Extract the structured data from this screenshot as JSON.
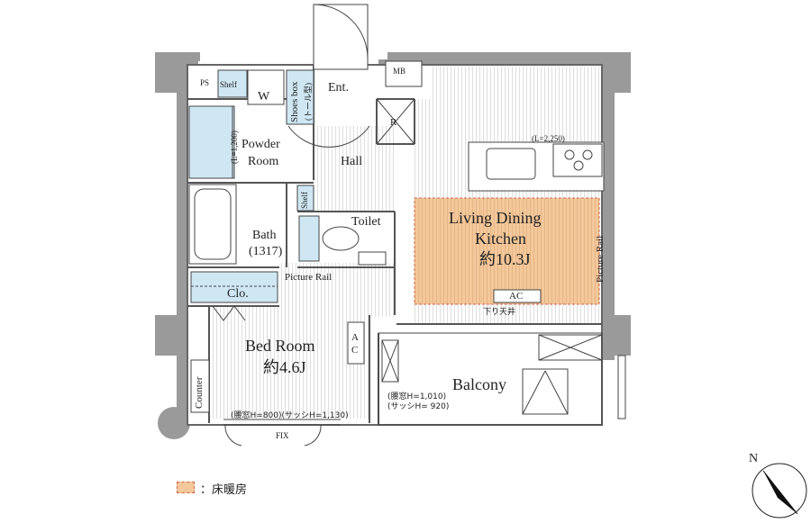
{
  "rooms": {
    "ps": "PS",
    "shelf_top": "Shelf",
    "washer": "W",
    "shoes_box": "Shoes box",
    "shoes_box_note": "(トール型)",
    "entrance": "Ent.",
    "mb": "MB",
    "refrigerator": "R",
    "powder_room_line1": "Powder",
    "powder_room_line2": "Room",
    "powder_dim": "(L=1,200)",
    "hall": "Hall",
    "shelf_small": "Shelf",
    "toilet": "Toilet",
    "bath_line1": "Bath",
    "bath_line2": "(1317)",
    "ldk_line1": "Living Dining",
    "ldk_line2": "Kitchen",
    "ldk_line3": "約10.3J",
    "kitchen_dim": "(L=2,250)",
    "picture_rail_right": "Picture Rail",
    "ac_ldk": "AC",
    "lowered_ceiling": "下り天井",
    "picture_rail_left": "Picture Rail",
    "closet": "Clo.",
    "bedroom_line1": "Bed Room",
    "bedroom_line2": "約4.6J",
    "ac_bedroom_a": "A",
    "ac_bedroom_c": "C",
    "counter": "Counter",
    "window_bedroom": "(腰窓H=800)(サッシH=1,130)",
    "fix": "FIX",
    "balcony": "Balcony",
    "balcony_note_line1": "(腰窓H=1,010)",
    "balcony_note_line2": "(サッシH= 920)"
  },
  "legend": {
    "label": "：床暖房",
    "color": "#f3c89a"
  },
  "compass": {
    "north_label": "N"
  }
}
